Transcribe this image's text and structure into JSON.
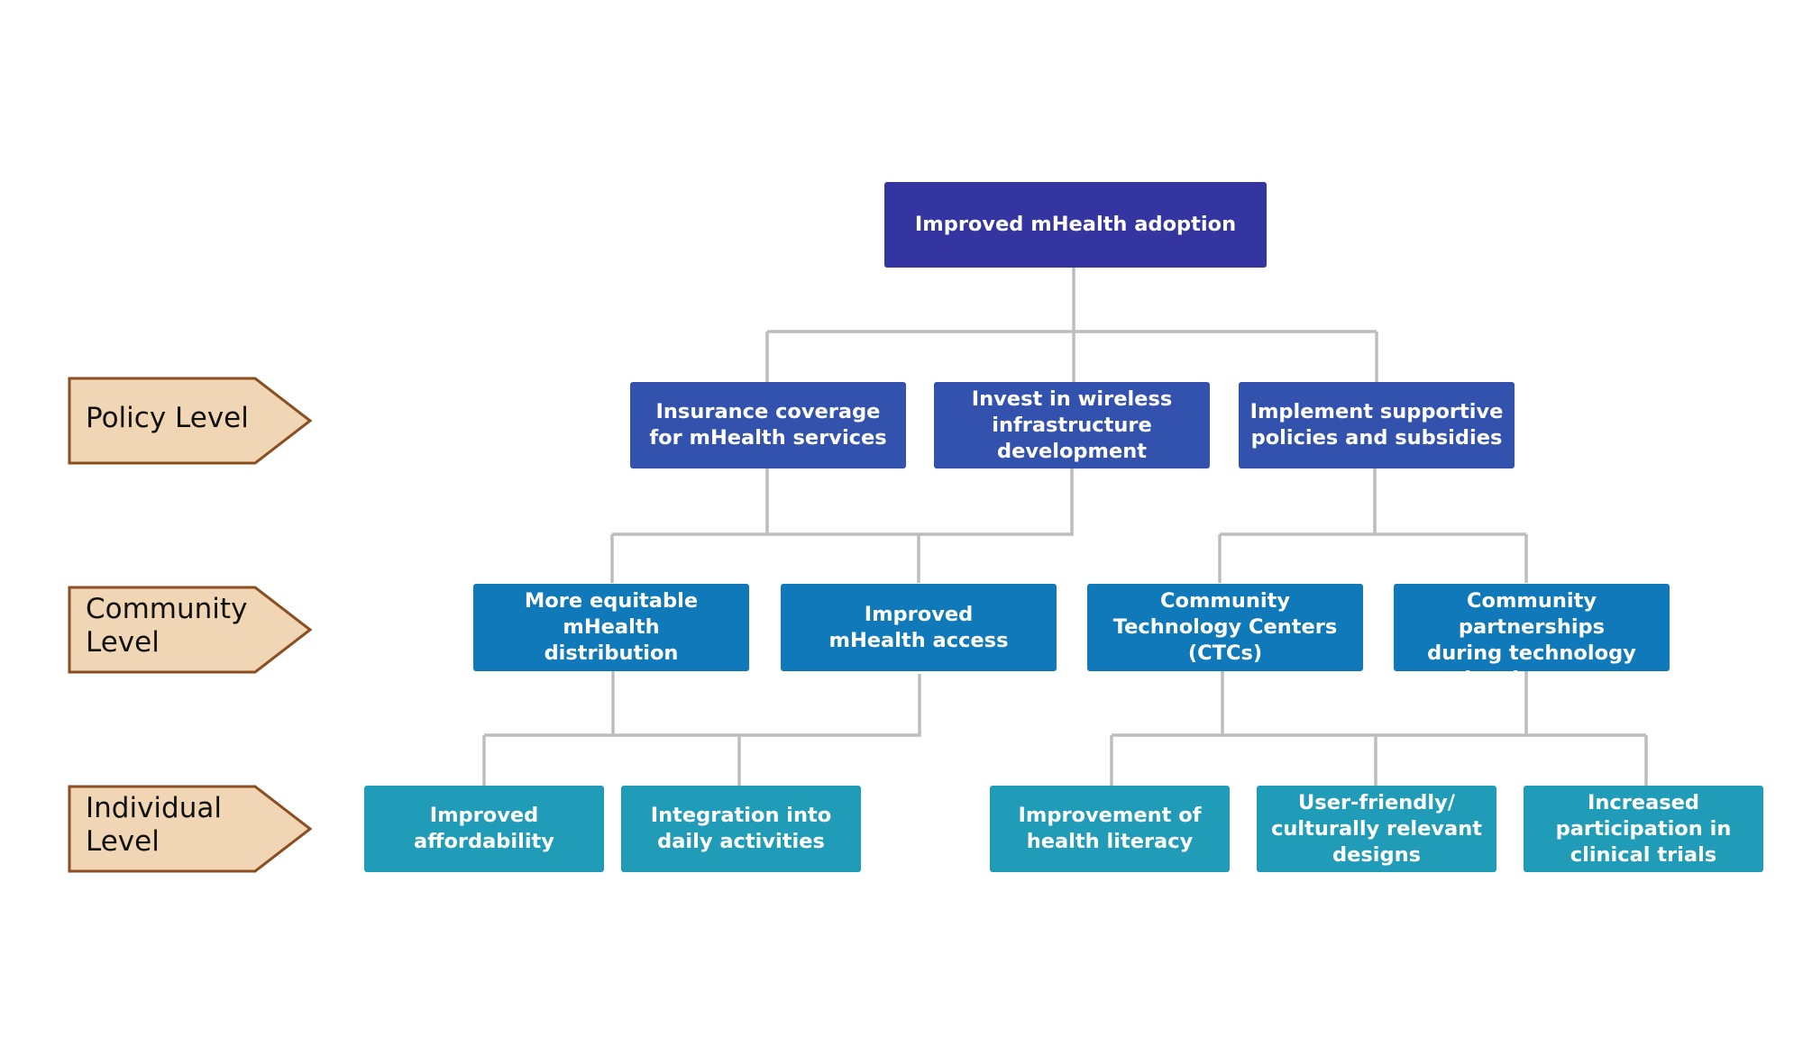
{
  "colors": {
    "goal": "#3535a1",
    "policy": "#3352ad",
    "community": "#0f79ba",
    "individual": "#219cb8",
    "connector": "#bdbdbd",
    "level_fill": "#f0d6b5",
    "level_border": "#8b4e21"
  },
  "levels": {
    "policy": "Policy Level",
    "community": "Community Level",
    "individual": "Individual Level"
  },
  "goal": {
    "label": "Improved mHealth adoption"
  },
  "policy": {
    "insurance": "Insurance coverage for mHealth services",
    "wireless": "Invest in wireless infrastructure development",
    "supportive": "Implement supportive policies and subsidies"
  },
  "community": {
    "equitable": "More equitable mHealth distribution",
    "access": "Improved mHealth access",
    "ctc": "Community Technology Centers (CTCs)",
    "partnerships": "Community partnerships during technology development"
  },
  "individual": {
    "affordability": "Improved affordability",
    "integration": "Integration into daily activities",
    "literacy": "Improvement of health literacy",
    "user_friendly": "User-friendly/ culturally relevant designs",
    "trials": "Increased participation in clinical trials"
  }
}
